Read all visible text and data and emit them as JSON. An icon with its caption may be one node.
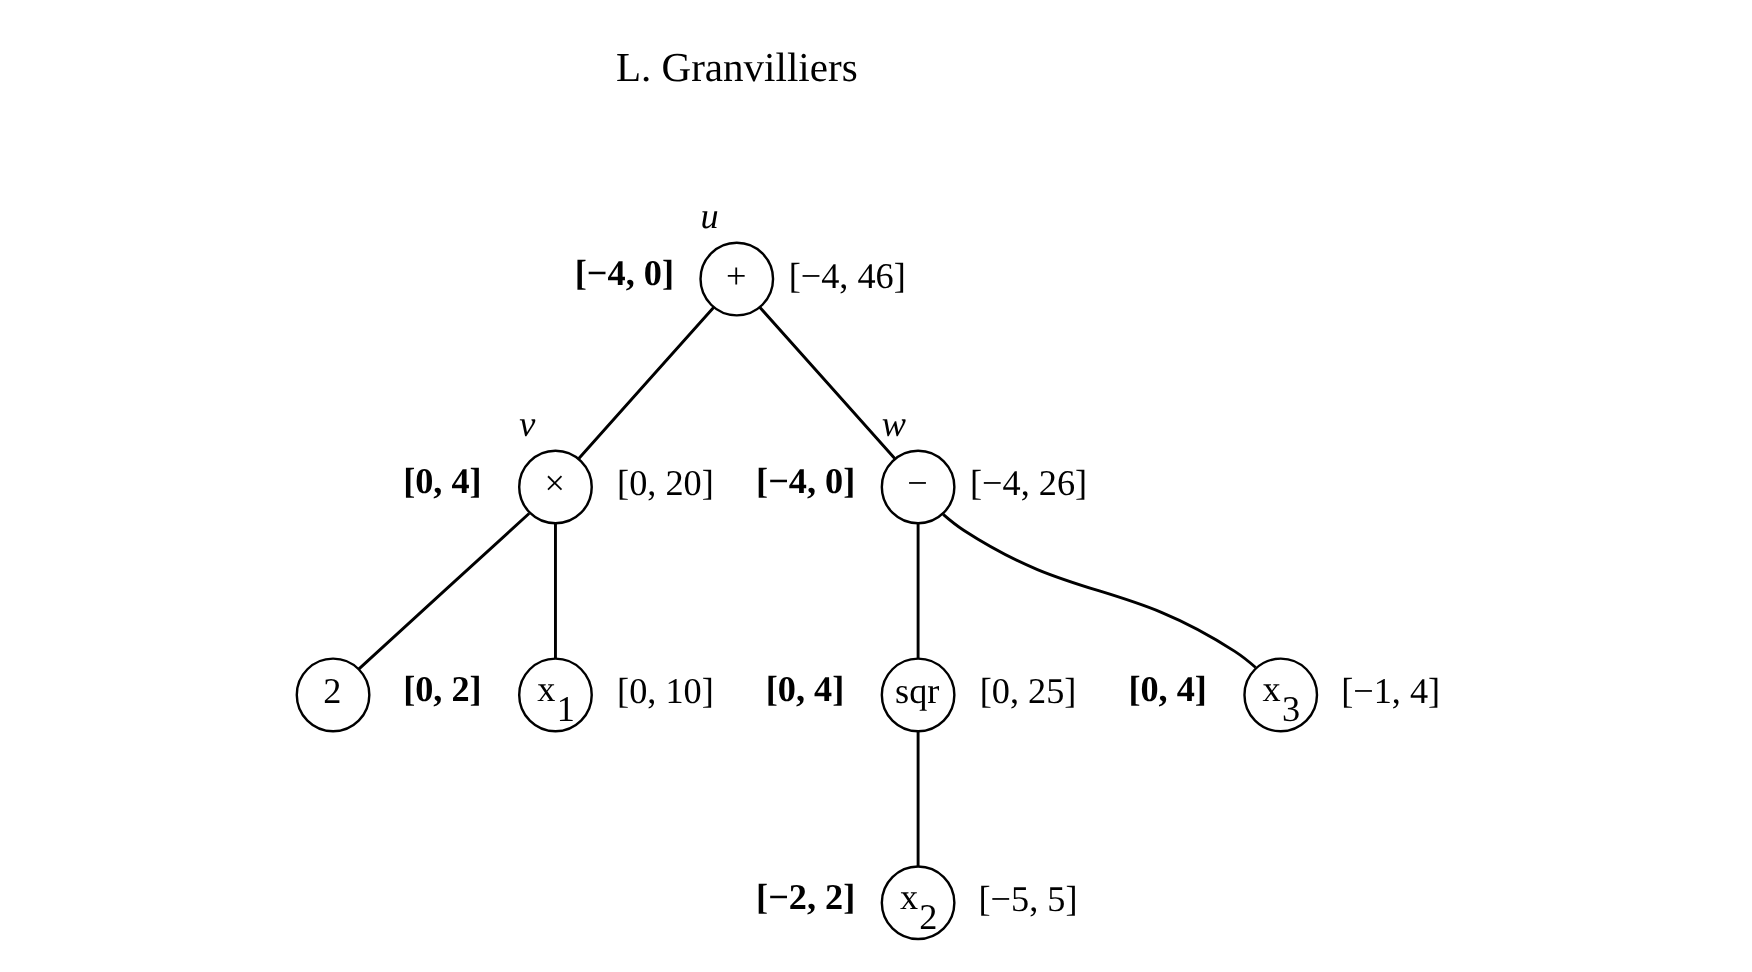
{
  "diagram": {
    "nodes": [
      {
        "text": [
          "+"
        ],
        "beside": [
          "[−4, 0]",
          "[−4, 46]",
          "u"
        ]
      },
      {
        "text": [
          "×"
        ],
        "beside": [
          "[0, 4]",
          "[0, 20]",
          "v"
        ]
      },
      {
        "text": [
          "−"
        ],
        "beside": [
          "[−4, 0]",
          "[−4, 26]",
          "w"
        ]
      },
      {
        "text": [
          "2"
        ]
      },
      {
        "text": [
          "x$_{1}$"
        ],
        "beside": [
          "[0, 2]",
          "[0, 10]"
        ]
      },
      {
        "text": [
          "sqr"
        ],
        "beside": [
          "[0, 4]",
          "[0, 25]"
        ]
      },
      {
        "text": [
          "x$_{3}$"
        ],
        "beside": [
          "[0, 4]",
          "[−1, 4]"
        ]
      },
      {
        "text": [
          "x$_{2}$"
        ],
        "beside": [
          "[−2, 2]",
          "[−5, 5]"
        ]
      }
    ],
    "edges": [
      {
        "from": 0,
        "to": 1,
        "arrow": "none"
      },
      {
        "from": 0,
        "to": 2,
        "arrow": "none"
      },
      {
        "from": 1,
        "to": 3,
        "arrow": "none"
      },
      {
        "from": 1,
        "to": 4,
        "arrow": "none"
      },
      {
        "from": 2,
        "to": 5,
        "arrow": "none"
      },
      {
        "from": 2,
        "to": 6,
        "arrow": "none"
      },
      {
        "from": 5,
        "to": 7,
        "arrow": "none"
      }
    ],
    "labels": [
      "L. Granvilliers"
    ]
  }
}
